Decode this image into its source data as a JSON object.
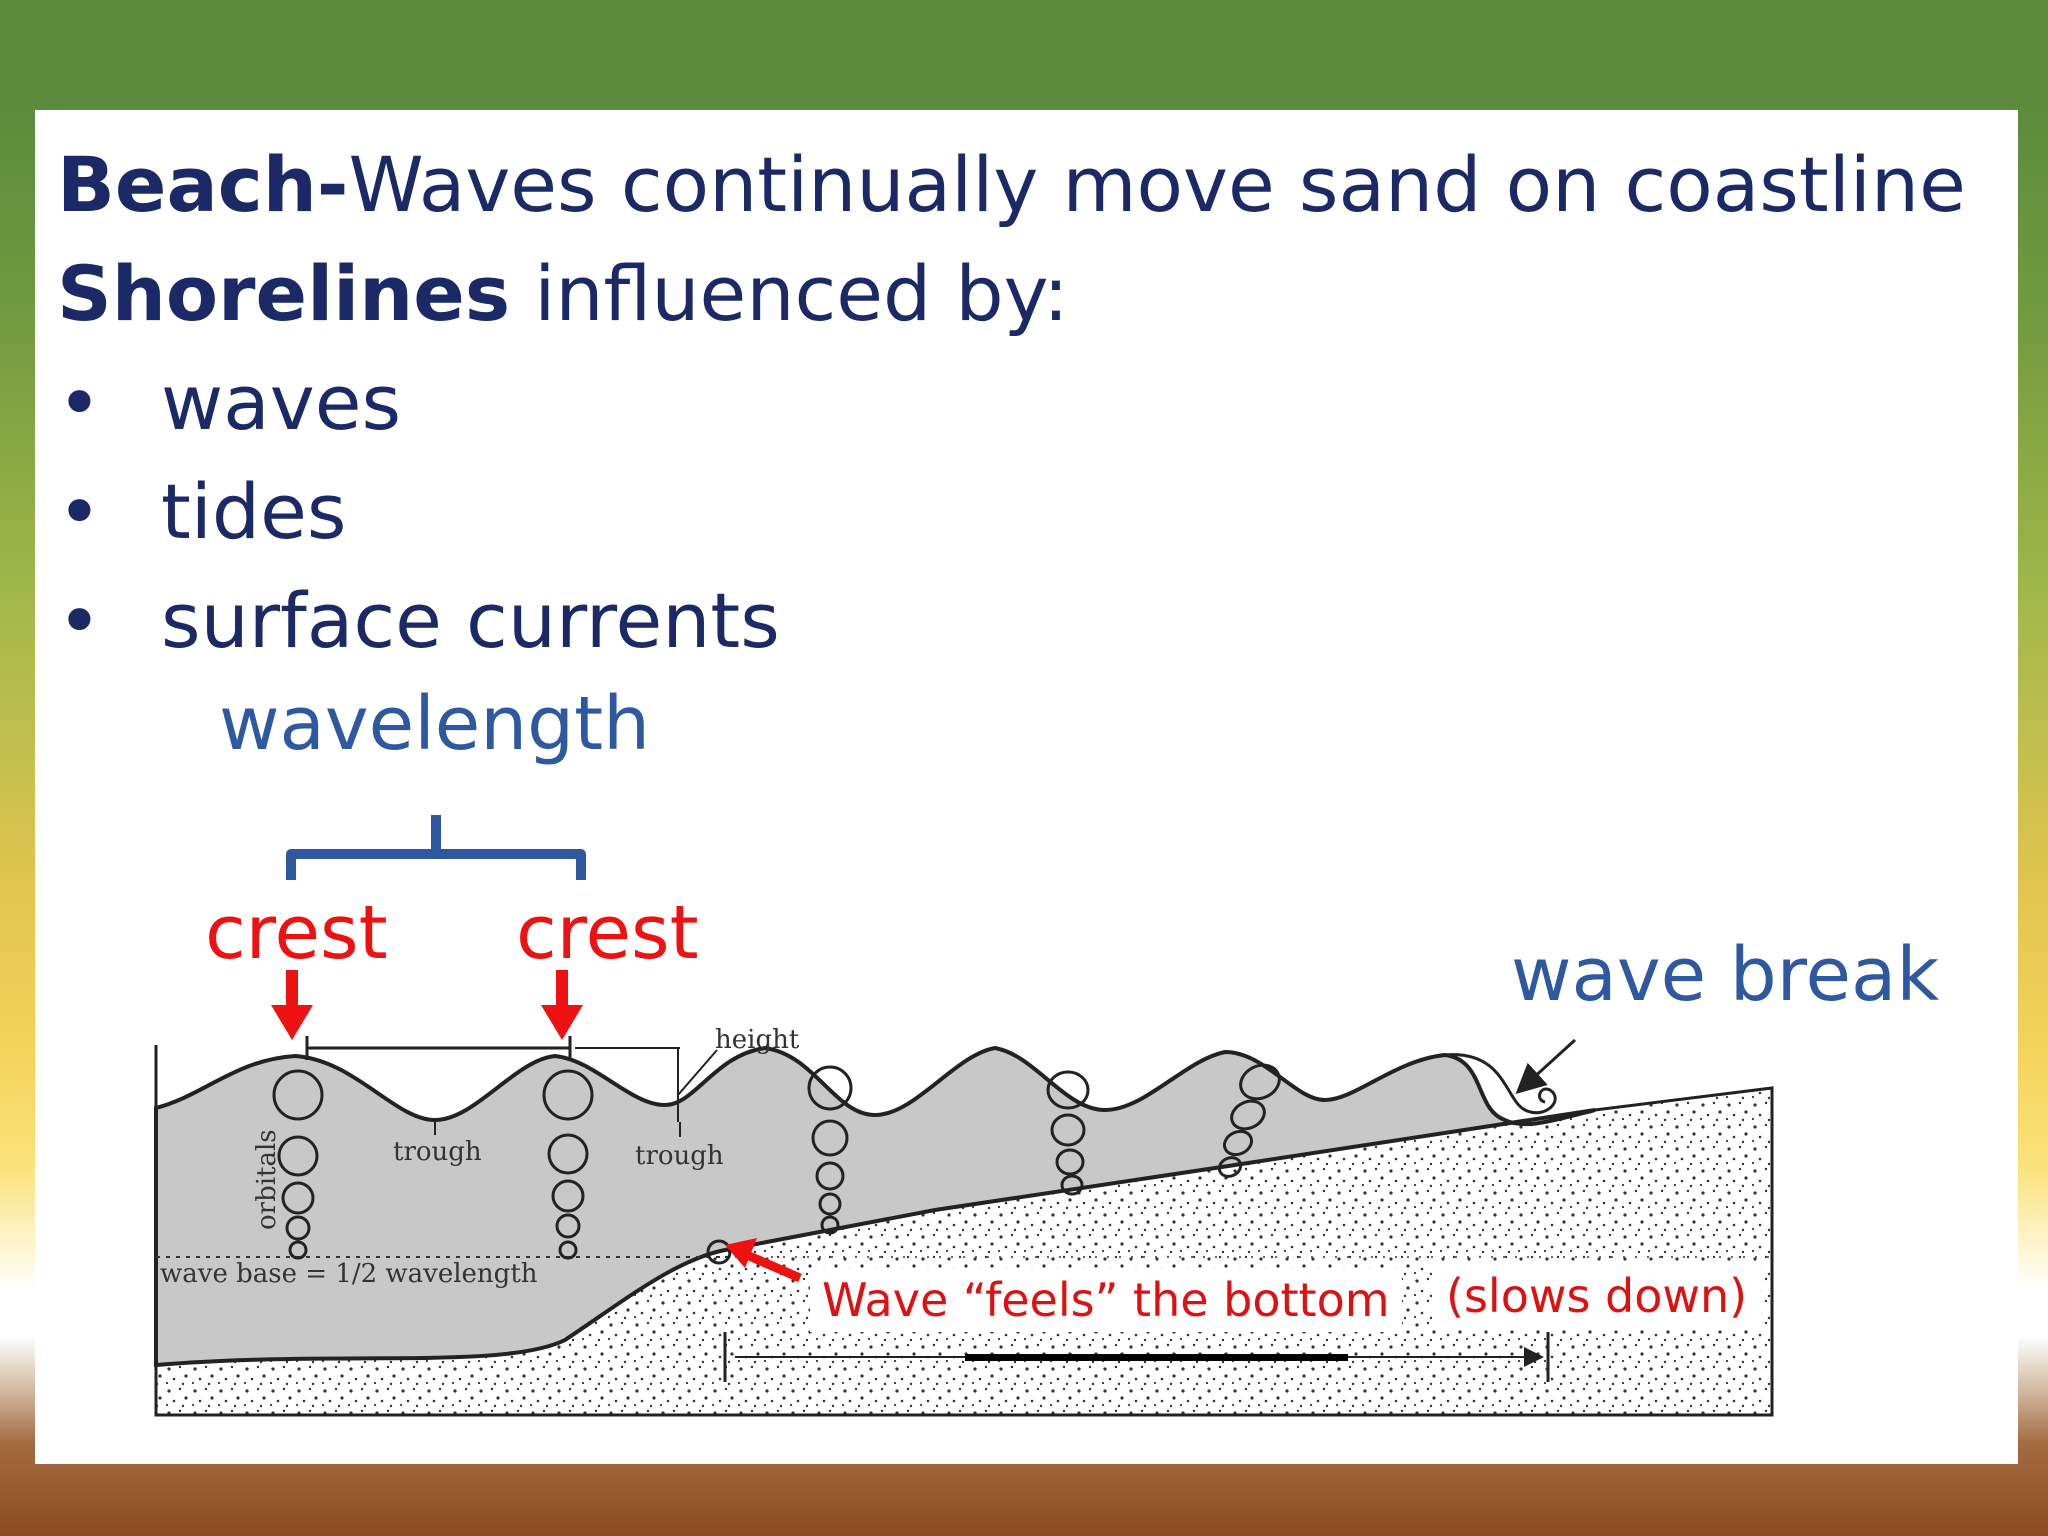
{
  "heading": {
    "beach_bold": "Beach-",
    "beach_rest": "Waves continually move sand on coastline",
    "shorelines_bold": "Shorelines",
    "shorelines_rest": " influenced by:",
    "bullet_symbol": "•",
    "bullets": [
      "waves",
      "tides",
      "surface currents"
    ]
  },
  "annotations": {
    "wavelength": "wavelength",
    "crest_left": "crest",
    "crest_right": "crest",
    "wave_break": "wave break",
    "feels_bottom": "Wave “feels” the bottom",
    "slows_down": "(slows down)"
  },
  "diagram_labels": {
    "height": "height",
    "trough_1": "trough",
    "trough_2": "trough",
    "orbitals": "orbitals",
    "wave_base": "wave base = 1/2 wavelength"
  },
  "colors": {
    "title_text": "#1b2a66",
    "label_blue": "#2e58a0",
    "label_red": "#ee1111",
    "water_gray": "#c8c8c8",
    "header_green": "#5c8a3c"
  }
}
